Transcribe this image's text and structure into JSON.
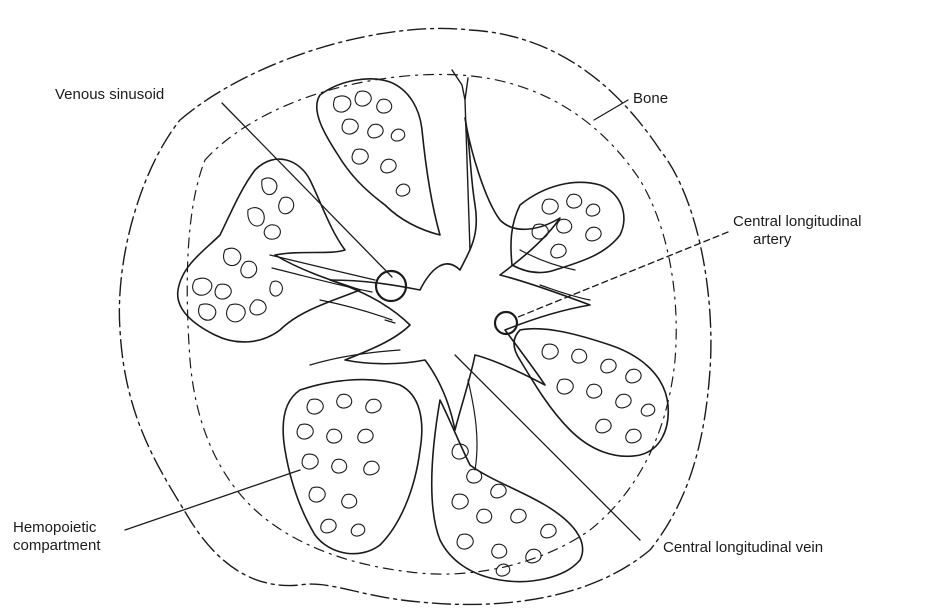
{
  "labels": {
    "venous_sinusoid": "Venous sinusoid",
    "bone": "Bone",
    "central_longitudinal_artery": {
      "line1": "Central longitudinal",
      "line2": "artery"
    },
    "hemopoietic_compartment": {
      "line1": "Hemopoietic",
      "line2": "compartment"
    },
    "central_longitudinal_vein": "Central longitudinal vein"
  },
  "colors": {
    "ink": "#1b1b1b",
    "paper": "#ffffff"
  }
}
